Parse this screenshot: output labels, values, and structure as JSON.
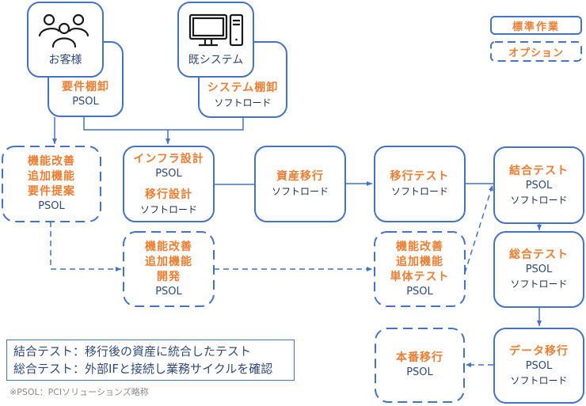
{
  "legend": {
    "standard_label": "標準作業",
    "option_label": "オプション"
  },
  "sources": {
    "customer": {
      "icon": "people-icon",
      "label": "お客様"
    },
    "existing_system": {
      "icon": "computer-icon",
      "label": "既システム"
    }
  },
  "inventory": {
    "requirements": {
      "title": "要件棚卸",
      "owner": "PSOL"
    },
    "system": {
      "title": "システム棚卸",
      "owner": "ソフトロード"
    }
  },
  "steps": {
    "proposal": {
      "title_lines": [
        "機能改善",
        "追加機能",
        "要件提案"
      ],
      "owner": "PSOL",
      "type": "option"
    },
    "design": {
      "infra_title": "インフラ設計",
      "infra_owner": "PSOL",
      "migration_title": "移行設計",
      "migration_owner": "ソフトロード",
      "type": "standard"
    },
    "asset_migration": {
      "title": "資産移行",
      "owner": "ソフトロード",
      "type": "standard"
    },
    "migration_test": {
      "title": "移行テスト",
      "owner": "ソフトロード",
      "type": "standard"
    },
    "integration_test": {
      "title": "結合テスト",
      "owners": [
        "PSOL",
        "ソフトロード"
      ],
      "type": "standard"
    },
    "development": {
      "title_lines": [
        "機能改善",
        "追加機能",
        "開発"
      ],
      "owner": "PSOL",
      "type": "option"
    },
    "unit_test": {
      "title_lines": [
        "機能改善",
        "追加機能",
        "単体テスト"
      ],
      "owner": "PSOL",
      "type": "option"
    },
    "system_test": {
      "title": "総合テスト",
      "owners": [
        "PSOL",
        "ソフトロード"
      ],
      "type": "standard"
    },
    "data_migration": {
      "title": "データ移行",
      "owners": [
        "PSOL",
        "ソフトロード"
      ],
      "type": "standard"
    },
    "production_migration": {
      "title": "本番移行",
      "owner": "PSOL",
      "type": "option"
    }
  },
  "notes": {
    "lines": [
      "結合テスト：移行後の資産に統合したテスト",
      "総合テスト：外部IFと接続し業務サイクルを確認"
    ],
    "footnote": "※PSOL：PCIソリューションズ略称"
  },
  "colors": {
    "line": "#4472C4",
    "title_text": "#ED7D31",
    "owner_text": "#2F4A7A"
  }
}
